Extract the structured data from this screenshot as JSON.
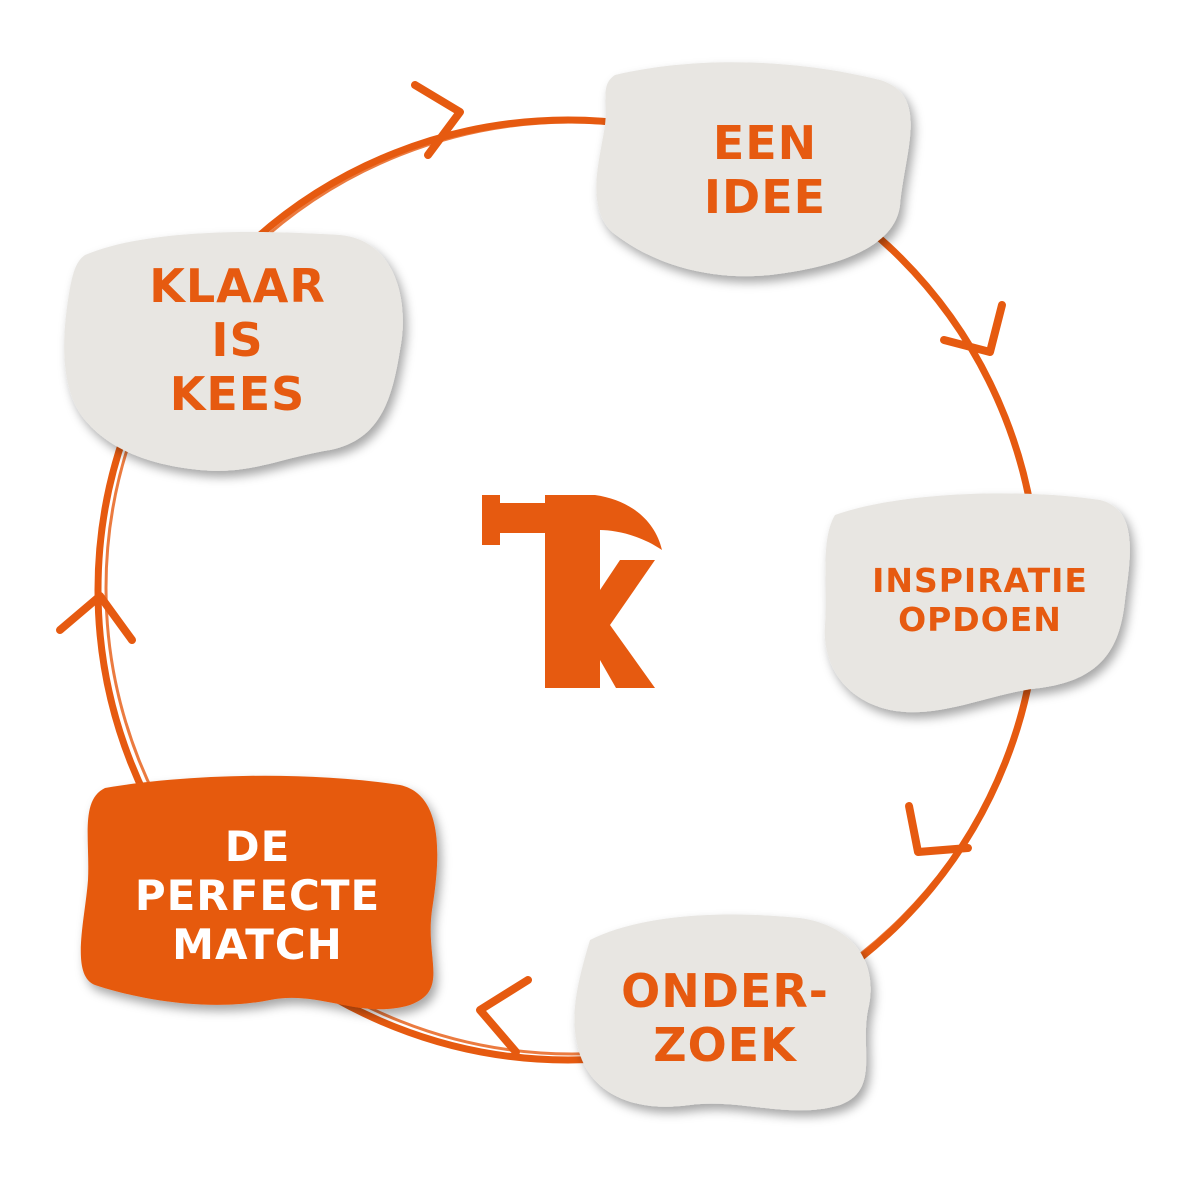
{
  "colors": {
    "accent": "#E65A10",
    "blob": "#E8E6E2",
    "text_light": "#FFFFFF"
  },
  "center_icon": {
    "name": "hammer-k-logo-icon"
  },
  "steps": [
    {
      "id": "een-idee",
      "label": "EEN\nIDEE",
      "highlighted": false
    },
    {
      "id": "inspiratie-opdoen",
      "label": "INSPIRATIE\nOPDOEN",
      "highlighted": false
    },
    {
      "id": "onderzoek",
      "label": "ONDER-\nZOEK",
      "highlighted": false
    },
    {
      "id": "de-perfecte-match",
      "label": "DE\nPERFECTE\nMATCH",
      "highlighted": true
    },
    {
      "id": "klaar-is-kees",
      "label": "KLAAR\nIS\nKEES",
      "highlighted": false
    }
  ],
  "flow_direction": "clockwise"
}
